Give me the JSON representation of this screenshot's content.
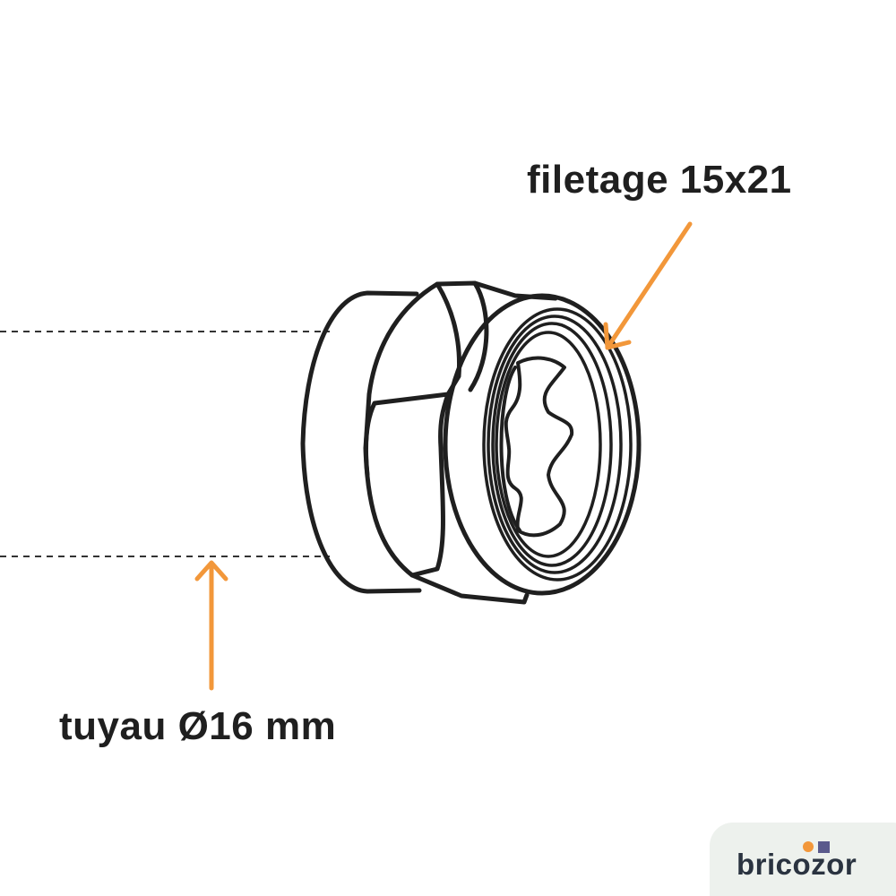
{
  "labels": {
    "thread": "filetage 15x21",
    "pipe": "tuyau Ø16 mm"
  },
  "logo": {
    "text": "bricozor",
    "dot_color": "#f2973a",
    "square_color": "#5a5a8c"
  },
  "colors": {
    "arrow": "#f2973a",
    "line": "#1f1f1f",
    "dashed": "#333333"
  },
  "icons": {
    "fitting": "nut-fitting-icon"
  }
}
